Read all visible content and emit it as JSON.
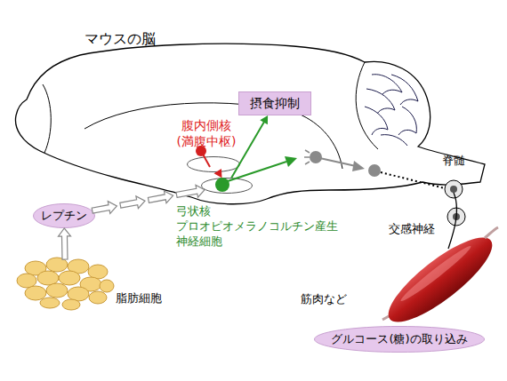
{
  "diagram": {
    "nodes": [
      {
        "text": [
          "レプチン"
        ]
      },
      {
        "text": [
          "脂肪細胞"
        ]
      },
      {
        "text": [
          "腹内側核 (満腹中枢)"
        ]
      },
      {
        "text": [
          "弓状核 プロオピオメラノコルチン産生 神経細胞"
        ]
      },
      {
        "text": [
          "摂食抑制"
        ]
      },
      {
        "text": [
          "グルコース(糖)の取り込み"
        ]
      }
    ],
    "edges": [
      {
        "from": 1,
        "to": 0,
        "arrow": "to"
      },
      {
        "from": 0,
        "to": 3,
        "arrow": "to"
      },
      {
        "from": 2,
        "to": 3,
        "arrow": "to"
      },
      {
        "from": 3,
        "to": 4,
        "arrow": "to"
      }
    ],
    "labels": [
      "マウスの脳",
      "脊髄",
      "交感神経",
      "筋肉など"
    ]
  }
}
